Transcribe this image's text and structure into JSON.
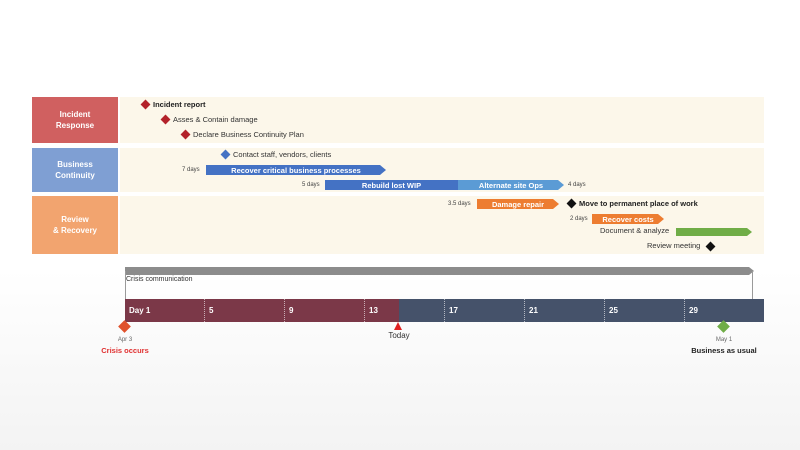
{
  "lanes": [
    {
      "label": "Incident\nResponse",
      "color": "#d06060"
    },
    {
      "label": "Business\nContinuity",
      "color": "#7f9fd3"
    },
    {
      "label": "Review\n& Recovery",
      "color": "#f2a46f"
    }
  ],
  "milestones": {
    "incident_report": "Incident report",
    "asses_contain": "Asses & Contain damage",
    "declare_plan": "Declare Business Continuity Plan",
    "contact_staff": "Contact staff, vendors, clients",
    "move_permanent": "Move to permanent place of work",
    "document_analyze": "Document & analyze",
    "review_meeting": "Review meeting"
  },
  "tasks": {
    "recover_critical": {
      "label": "Recover critical business processes",
      "duration": "7 days"
    },
    "rebuild_wip": {
      "label": "Rebuild lost WIP",
      "duration": "5 days"
    },
    "alternate_site": {
      "label": "Alternate site Ops",
      "duration": "4 days"
    },
    "damage_repair": {
      "label": "Damage repair",
      "duration": "3.5 days"
    },
    "recover_costs": {
      "label": "Recover costs",
      "duration": "2 days"
    }
  },
  "crisis_communication": "Crisis communication",
  "timeline": {
    "ticks": [
      "Day 1",
      "5",
      "9",
      "13",
      "17",
      "21",
      "25",
      "29"
    ],
    "today": "Today",
    "start": {
      "date": "Apr 3",
      "label": "Crisis occurs"
    },
    "end": {
      "date": "May 1",
      "label": "Business as usual"
    }
  },
  "colors": {
    "red": "#b3222a",
    "blue": "#4472c4",
    "light_blue": "#5b9bd5",
    "orange": "#ed7d31",
    "green": "#70ad47",
    "past": "#7b3848",
    "future": "#45526a"
  }
}
